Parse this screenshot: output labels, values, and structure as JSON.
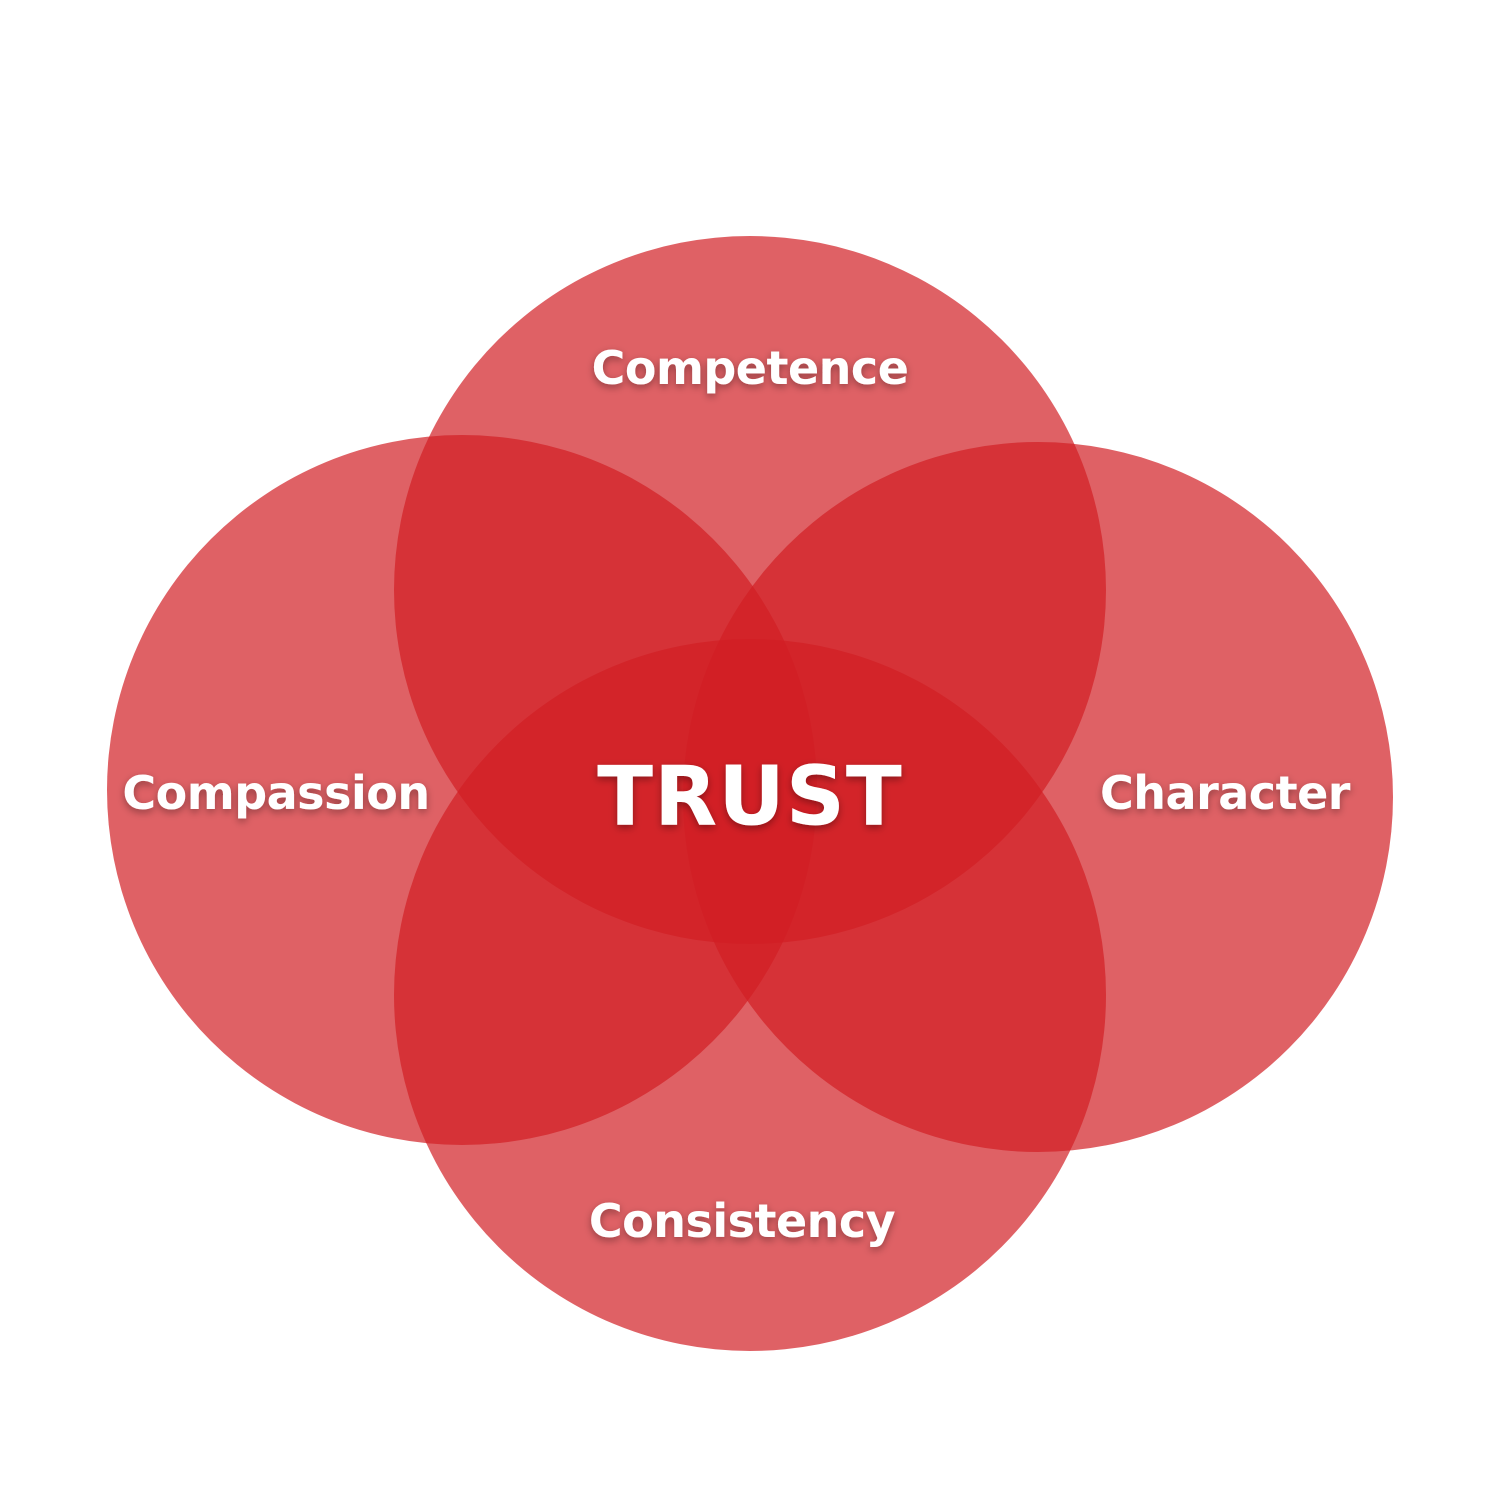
{
  "diagram": {
    "center_label": "TRUST",
    "circles": [
      {
        "id": "competence",
        "label": "Competence"
      },
      {
        "id": "compassion",
        "label": "Compassion"
      },
      {
        "id": "character",
        "label": "Character"
      },
      {
        "id": "consistency",
        "label": "Consistency"
      }
    ],
    "colors": {
      "circle_fill": "#d21e24",
      "background": "#ffffff",
      "text": "#ffffff"
    }
  }
}
